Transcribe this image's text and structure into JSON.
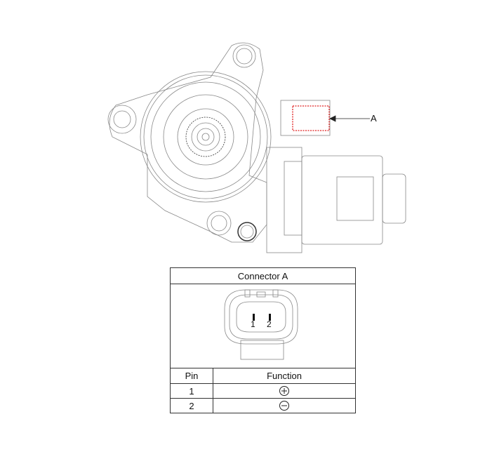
{
  "callout_label": "A",
  "table": {
    "title": "Connector A",
    "pin_numbers": [
      "1",
      "2"
    ],
    "headers": {
      "pin": "Pin",
      "function": "Function"
    },
    "rows": [
      {
        "pin": "1",
        "function_icon": "plus-circle-icon"
      },
      {
        "pin": "2",
        "function_icon": "minus-circle-icon"
      }
    ]
  },
  "colors": {
    "highlight": "#e02020",
    "line": "#777777"
  }
}
